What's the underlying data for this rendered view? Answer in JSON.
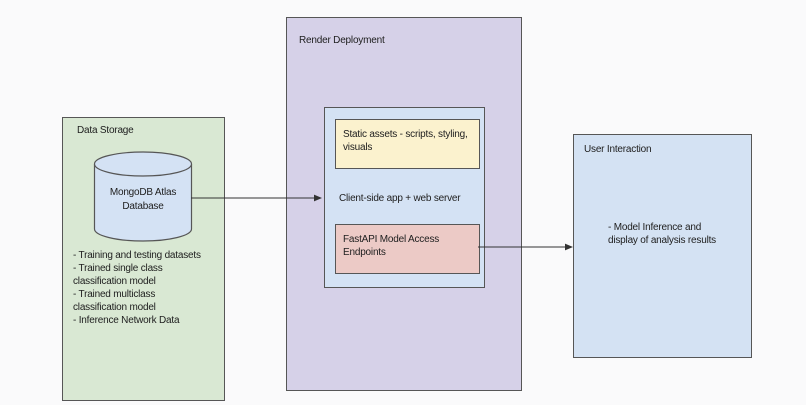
{
  "diagram": {
    "data_storage": {
      "title": "Data Storage",
      "database_label": "MongoDB Atlas\nDatabase",
      "notes": "- Training and testing datasets\n- Trained single class\nclassification model\n- Trained multiclass\nclassification model\n- Inference Network Data"
    },
    "render_deployment": {
      "title": "Render Deployment",
      "static_assets_label": "Static assets - scripts, styling,\nvisuals",
      "client_app_label": "Client-side app + web server",
      "fastapi_label": "FastAPI Model Access\nEndpoints"
    },
    "user_interaction": {
      "title": "User Interaction",
      "notes": "- Model Inference and\ndisplay of analysis results"
    },
    "connections": [
      {
        "from": "MongoDB Atlas Database",
        "to": "Client-side app + web server"
      },
      {
        "from": "FastAPI Model Access Endpoints",
        "to": "User Interaction"
      }
    ],
    "colors": {
      "background": "#fafafb",
      "data_storage_fill": "#d9e8d3",
      "render_deployment_fill": "#d6d1e8",
      "client_group_fill": "#d4e2f4",
      "static_assets_fill": "#fbf2ce",
      "fastapi_fill": "#eccac6",
      "user_interaction_fill": "#d4e2f3",
      "cylinder_fill": "#d4e2f4",
      "border": "#565656",
      "arrow": "#333333",
      "text": "#202020"
    }
  }
}
